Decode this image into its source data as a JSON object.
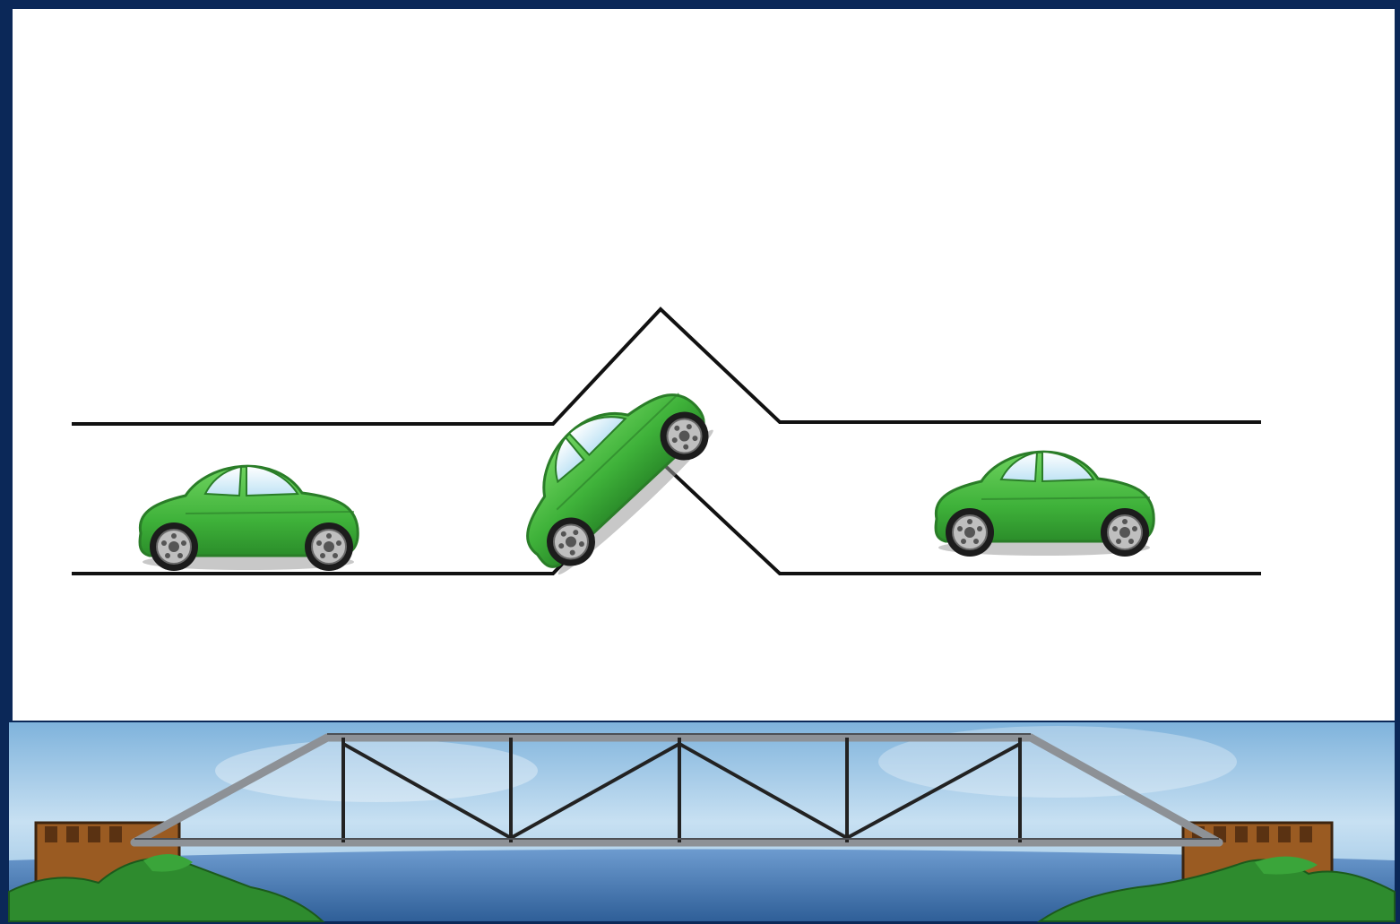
{
  "scene": {
    "background_color": "#ffffff",
    "frame_color": "#0b2858",
    "car_color": "#3fb23a",
    "road_line_color": "#111111",
    "cars": [
      {
        "name": "car-left",
        "pose": "flat",
        "side": "left"
      },
      {
        "name": "car-middle",
        "pose": "climbing",
        "side": "center"
      },
      {
        "name": "car-right",
        "pose": "flat",
        "side": "right"
      }
    ],
    "road": {
      "shape": "straight-bump-straight"
    },
    "bridge": {
      "type": "truss",
      "sky_color": "#9cc6e4",
      "steel_color": "#8d9196",
      "water_color": "#4f7fb6",
      "grass_color": "#2e8b2e",
      "brick_color": "#9a5b22"
    }
  }
}
